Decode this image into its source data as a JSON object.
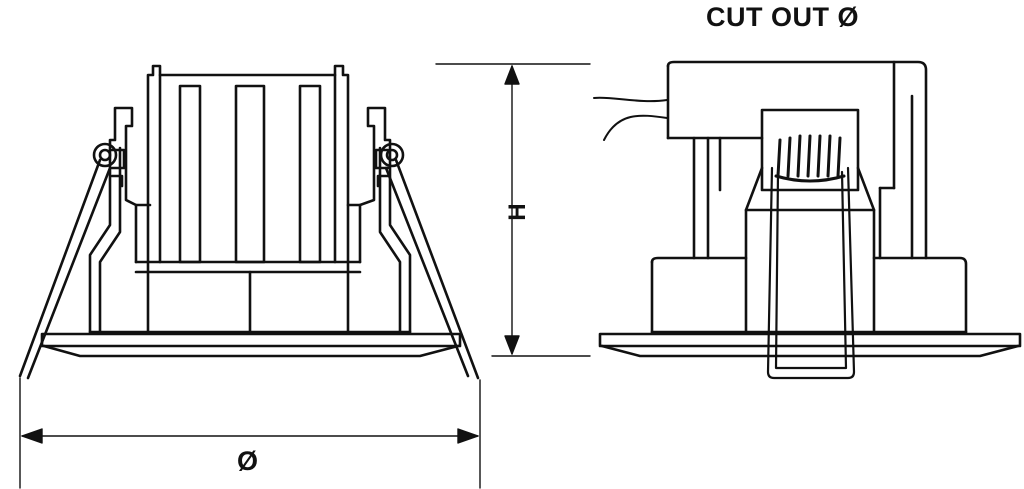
{
  "labels": {
    "cutout": "CUT OUT Ø",
    "diameter": "Ø",
    "height": "H"
  },
  "colors": {
    "line": "#111111",
    "background": "#ffffff"
  },
  "components": [
    "downlight-front-view",
    "downlight-side-view",
    "height-dimension",
    "diameter-dimension"
  ]
}
